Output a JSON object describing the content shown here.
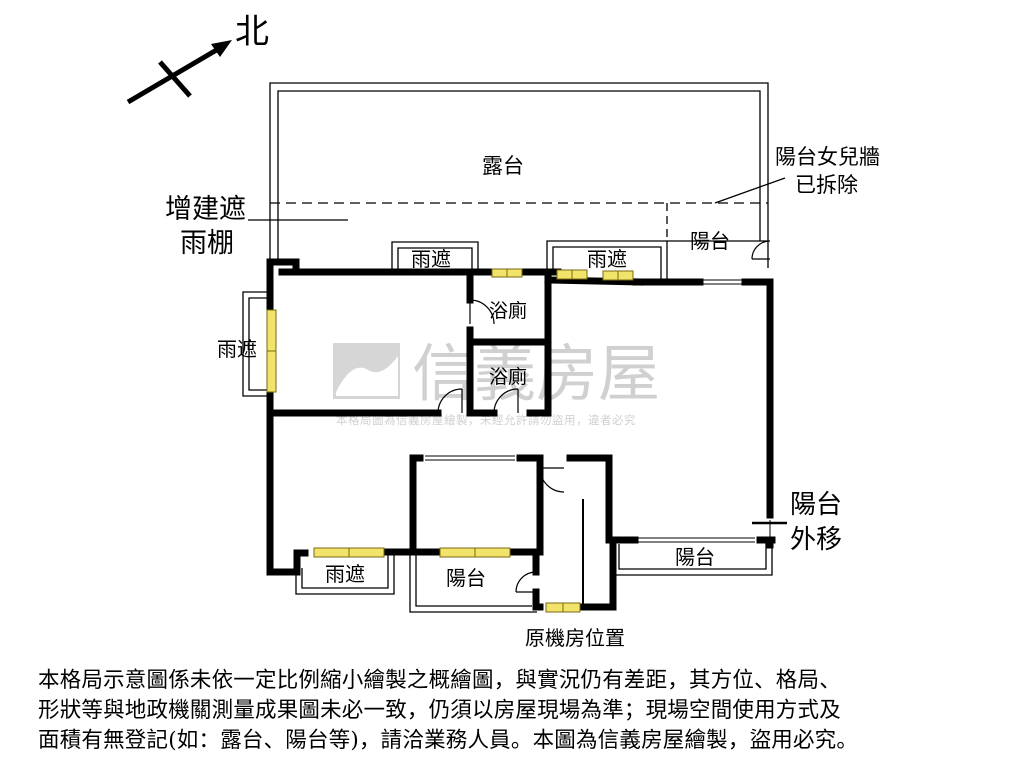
{
  "compass": {
    "north_label": "北"
  },
  "areas": {
    "terrace": "露台",
    "extension_canopy_line1": "增建遮",
    "extension_canopy_line2": "雨棚",
    "parapet_removed_line1": "陽台女兒牆",
    "parapet_removed_line2": "已拆除",
    "balcony_ne": "陽台",
    "canopy_n1": "雨遮",
    "canopy_n2": "雨遮",
    "bathroom_1": "浴廁",
    "bathroom_2": "浴廁",
    "canopy_w": "雨遮",
    "balcony_moved_line1": "陽台",
    "balcony_moved_line2": "外移",
    "balcony_se": "陽台",
    "canopy_s": "雨遮",
    "balcony_s": "陽台",
    "machine_room": "原機房位置"
  },
  "watermark": {
    "brand": "信義房屋",
    "notice": "本格局圖為信義房屋繪製，未經允許請勿盜用，違者必究"
  },
  "disclaimer": {
    "line1": "本格局示意圖係未依一定比例縮小繪製之概繪圖，與實況仍有差距，其方位、格局、",
    "line2": "形狀等與地政機關測量成果圖未必一致，仍須以房屋現場為準；現場空間使用方式及",
    "line3": "面積有無登記(如：露台、陽台等)，請洽業務人員。本圖為信義房屋繪製，盜用必究。"
  },
  "colors": {
    "wall": "#000000",
    "window_fill": "#f2e36b",
    "window_edge": "#7a6a10",
    "watermark": "#c8c8c8"
  }
}
